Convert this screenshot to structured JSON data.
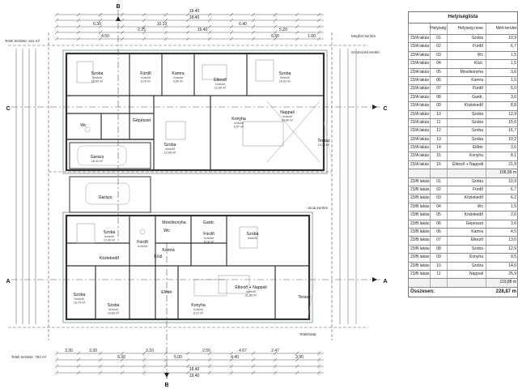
{
  "plan": {
    "lot_area_top": "Telek területe: 641 m²",
    "lot_area_bottom": "Telek területe: 793 m²",
    "top_dims": [
      "19.40",
      "18.40",
      "6.30",
      "10.10",
      "2.25",
      "15.40",
      "4.50",
      "6.40",
      "5.20",
      "1.00",
      "6.30"
    ],
    "bottom_dims": [
      "3.30",
      "3.30",
      "6.30",
      "3.10",
      "5.00",
      "2.50",
      "4.40",
      "4.67",
      "2.47",
      "3.90",
      "19.40",
      "18.40"
    ],
    "section_labels": [
      "A",
      "A",
      "B",
      "B",
      "C",
      "C"
    ],
    "margin_labels": [
      "Megfúrt kerítés",
      "Szomszéd terület",
      "Utcai kerítés",
      "Telekhatár"
    ],
    "rooms_a": [
      {
        "name": "Szoba",
        "area": "13,60 m²",
        "floor": "laminált"
      },
      {
        "name": "Fürdő",
        "area": "6,76 m²",
        "floor": "burkolat"
      },
      {
        "name": "Kamra",
        "area": "4,50 m²",
        "floor": "burkolat"
      },
      {
        "name": "Étkező",
        "area": "12,96 m²",
        "floor": "burkolat"
      },
      {
        "name": "Szoba",
        "area": "14,03 m²",
        "floor": "laminált"
      },
      {
        "name": "Wc",
        "area": "",
        "floor": ""
      },
      {
        "name": "Gépészet",
        "area": "",
        "floor": ""
      },
      {
        "name": "Szoba",
        "area": "12,98 m²",
        "floor": "laminált"
      },
      {
        "name": "Konyha",
        "area": "9,57 m²",
        "floor": "burkolat"
      },
      {
        "name": "Nappali",
        "area": "29,96 m²",
        "floor": "laminált"
      },
      {
        "name": "Garázs",
        "area": "18,42 m²",
        "floor": ""
      },
      {
        "name": "Terasz",
        "area": "19,24 m²",
        "floor": ""
      }
    ],
    "rooms_b": [
      {
        "name": "Garázs",
        "area": "",
        "floor": ""
      },
      {
        "name": "Szoba",
        "area": "12,90 m²",
        "floor": "laminált"
      },
      {
        "name": "Fürdő",
        "area": "",
        "floor": "burkolat"
      },
      {
        "name": "Wc",
        "area": "",
        "floor": ""
      },
      {
        "name": "Mosókonyha",
        "area": "",
        "floor": ""
      },
      {
        "name": "Fürdő",
        "area": "6,18 m²",
        "floor": "burkolat"
      },
      {
        "name": "Gardr.",
        "area": "",
        "floor": ""
      },
      {
        "name": "Szoba",
        "area": "",
        "floor": "laminált"
      },
      {
        "name": "Közlekedő",
        "area": "",
        "floor": ""
      },
      {
        "name": "Kamra",
        "area": "",
        "floor": ""
      },
      {
        "name": "Közl.",
        "area": "",
        "floor": ""
      },
      {
        "name": "Szoba",
        "area": "16,74 m²",
        "floor": "laminált"
      },
      {
        "name": "Szoba",
        "area": "10,83 m²",
        "floor": "laminált"
      },
      {
        "name": "Előtér",
        "area": "",
        "floor": ""
      },
      {
        "name": "Konyha",
        "area": "8,12 m²",
        "floor": "burkolat"
      },
      {
        "name": "Étkező + Nappali",
        "area": "21,88 m²",
        "floor": "laminált"
      },
      {
        "name": "Terasz",
        "area": "",
        "floor": ""
      }
    ]
  },
  "table": {
    "title": "Helyiséglista",
    "headers": [
      "",
      "Helyiség szám",
      "Helyiség neve",
      "Mért terület"
    ],
    "rows_a": [
      [
        "23/A lakás",
        "01",
        "Szoba",
        "10,9"
      ],
      [
        "23/A lakás",
        "02",
        "Fürdő",
        "6,7"
      ],
      [
        "23/A lakás",
        "03",
        "Wc",
        "1,5"
      ],
      [
        "23/A lakás",
        "04",
        "Közl.",
        "1,5"
      ],
      [
        "23/A lakás",
        "05",
        "Mosókonyha",
        "3,6"
      ],
      [
        "23/A lakás",
        "06",
        "Kamra",
        "1,0"
      ],
      [
        "23/A lakás",
        "07",
        "Fürdő",
        "5,0"
      ],
      [
        "23/A lakás",
        "08",
        "Gardr.",
        "3,0"
      ],
      [
        "23/A lakás",
        "09",
        "Közlekedő",
        "8,8"
      ],
      [
        "23/A lakás",
        "10",
        "Szoba",
        "12,9"
      ],
      [
        "23/A lakás",
        "11",
        "Szoba",
        "15,6"
      ],
      [
        "23/A lakás",
        "12",
        "Szoba",
        "16,7"
      ],
      [
        "23/A lakás",
        "13",
        "Szoba",
        "10,2"
      ],
      [
        "23/A lakás",
        "14",
        "Előtér",
        "3,6"
      ],
      [
        "23/A lakás",
        "15",
        "Konyha",
        "8,1"
      ],
      [
        "23/A lakás",
        "16",
        "Étkező + Nappali",
        "21,9"
      ]
    ],
    "subtotal_a": "108,99 m",
    "rows_b": [
      [
        "23/B lakás",
        "01",
        "Szoba",
        "10,9"
      ],
      [
        "23/B lakás",
        "02",
        "Fürdő",
        "6,7"
      ],
      [
        "23/B lakás",
        "03",
        "Közlekedő",
        "6,2"
      ],
      [
        "23/B lakás",
        "04",
        "Wc",
        "1,5"
      ],
      [
        "23/B lakás",
        "05",
        "Közlekedő",
        "2,6"
      ],
      [
        "23/B lakás",
        "06",
        "Gépészet",
        "3,6"
      ],
      [
        "23/B lakás",
        "06",
        "Kamra",
        "4,5"
      ],
      [
        "23/B lakás",
        "07",
        "Étkező",
        "13,0"
      ],
      [
        "23/B lakás",
        "08",
        "Szoba",
        "12,9"
      ],
      [
        "23/B lakás",
        "09",
        "Konyha",
        "9,5"
      ],
      [
        "23/B lakás",
        "10",
        "Szoba",
        "14,0"
      ],
      [
        "23/B lakás",
        "11",
        "Nappali",
        "25,9"
      ]
    ],
    "subtotal_b": "119,88 m",
    "total_label": "Összesen:",
    "total_value": "228,87 m"
  }
}
